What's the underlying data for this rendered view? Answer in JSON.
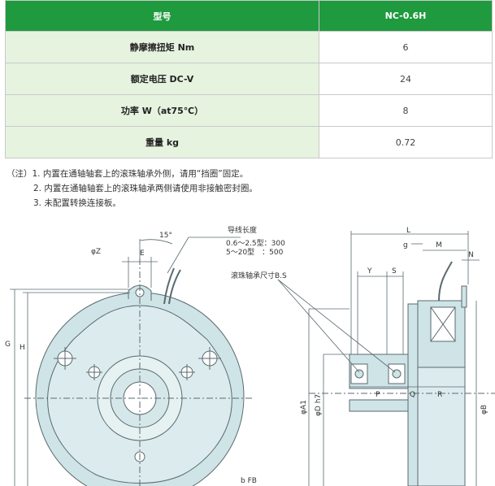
{
  "table": {
    "header": {
      "label": "型号",
      "model": "NC-0.6H"
    },
    "rows": [
      {
        "label": "静摩擦扭矩 Nm",
        "value": "6"
      },
      {
        "label": "额定电压 DC-V",
        "value": "24"
      },
      {
        "label": "功率 W（at75℃）",
        "value": "8"
      },
      {
        "label": "重量 kg",
        "value": "0.72"
      }
    ]
  },
  "notes": {
    "prefix": "（注）",
    "items": [
      "1. 内置在通轴轴套上的滚珠轴承外侧，请用“挡圈”固定。",
      "2. 内置在通轴轴套上的滚珠轴承两侧请使用非接触密封圈。",
      "3. 未配置转换连接板。"
    ]
  },
  "drawing": {
    "labels": {
      "angle": "15°",
      "dia_z": "φZ",
      "e": "E",
      "lead_title": "导线长度",
      "lead_1": "0.6～2.5型：300",
      "lead_2": "5～20型　：500",
      "bearing": "滚珠轴承尺寸B.S",
      "g": "G",
      "h": "H",
      "bfb": "b FB",
      "l": "L",
      "gs": "g",
      "m": "M",
      "n": "N",
      "y": "Y",
      "s": "S",
      "p": "P",
      "q": "Q",
      "r": "R",
      "a1": "φA1",
      "dh7": "φD h7",
      "b": "φB"
    }
  }
}
